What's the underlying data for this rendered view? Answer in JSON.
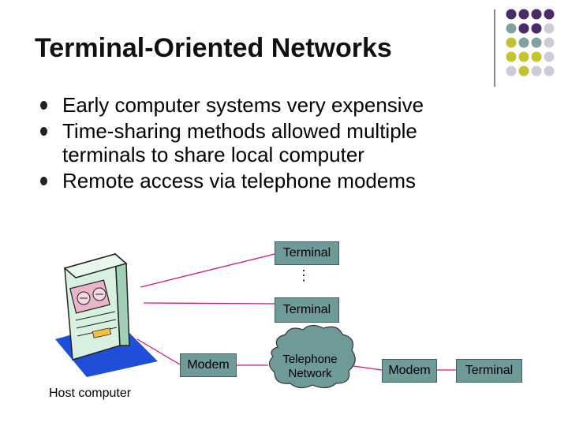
{
  "slide": {
    "title": "Terminal-Oriented Networks",
    "bullets": [
      "Early computer systems very expensive",
      "Time-sharing methods allowed multiple terminals to share local computer",
      "Remote access via telephone modems"
    ]
  },
  "diagram": {
    "terminal_top": "Terminal",
    "terminal_middle": "Terminal",
    "modem_left": "Modem",
    "telephone_network": [
      "Telephone",
      "Network"
    ],
    "modem_right": "Modem",
    "terminal_right": "Terminal",
    "host_computer": "Host computer",
    "ellipsis": "⋮"
  },
  "colors": {
    "node_fill": "#6f9a9a",
    "cloud_fill": "#6f9a9a",
    "link_line": "#d01878",
    "dot_purple": "#4a2a6a",
    "dot_teal": "#7fa3a3",
    "dot_olive": "#c3c233",
    "dot_grey": "#cdccd9"
  }
}
